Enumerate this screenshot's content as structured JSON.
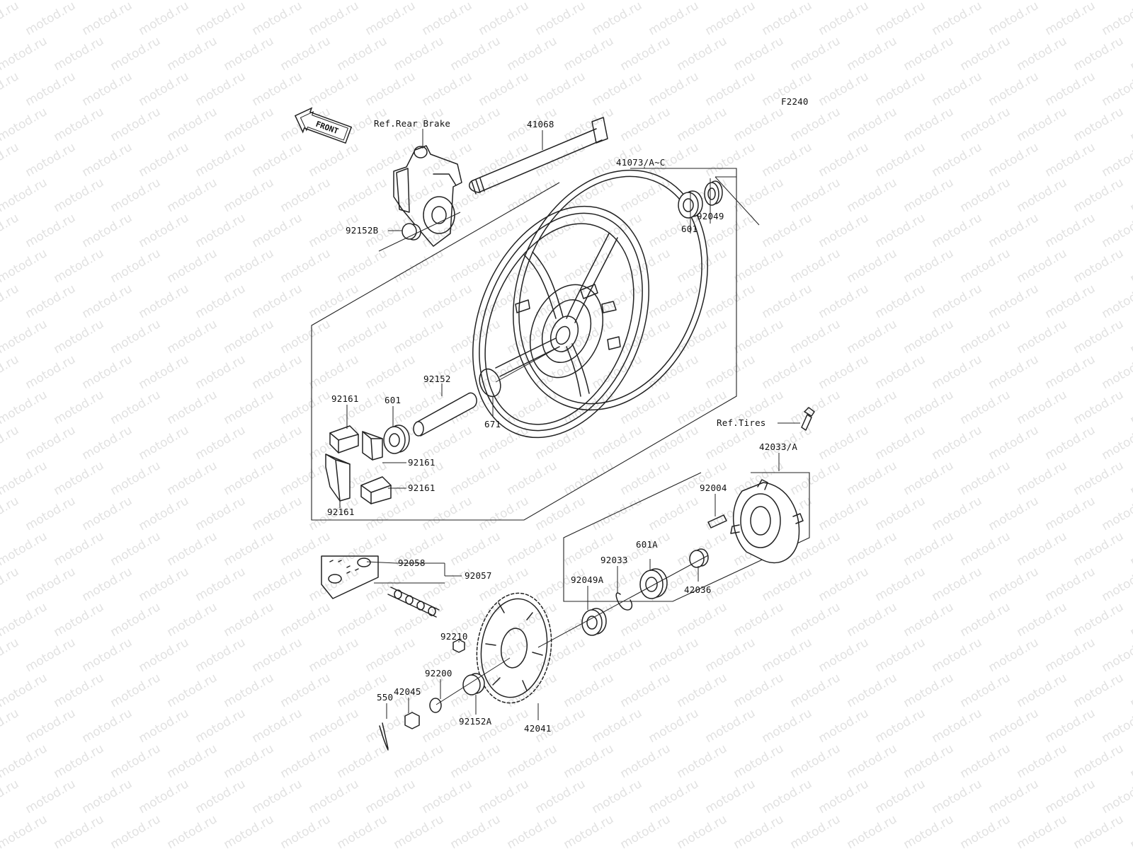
{
  "diagram": {
    "figure_code": "F2240",
    "watermark_text": "motod.ru",
    "front_arrow_label": "FRONT",
    "references": {
      "rear_brake": "Ref.Rear Brake",
      "tires": "Ref.Tires"
    },
    "callouts": {
      "p41068": "41068",
      "p41073": "41073/A~C",
      "p92049": "92049",
      "p601_top": "601",
      "p92152B": "92152B",
      "p92152": "92152",
      "p601_mid": "601",
      "p671": "671",
      "p92161_a": "92161",
      "p92161_b": "92161",
      "p92161_c": "92161",
      "p92161_d": "92161",
      "p42033": "42033/A",
      "p92004": "92004",
      "p92058": "92058",
      "p92057": "92057",
      "p92033": "92033",
      "p601A": "601A",
      "p92049A": "92049A",
      "p42036": "42036",
      "p92210": "92210",
      "p92200": "92200",
      "p42045": "42045",
      "p550": "550",
      "p92152A": "92152A",
      "p42041": "42041"
    }
  }
}
